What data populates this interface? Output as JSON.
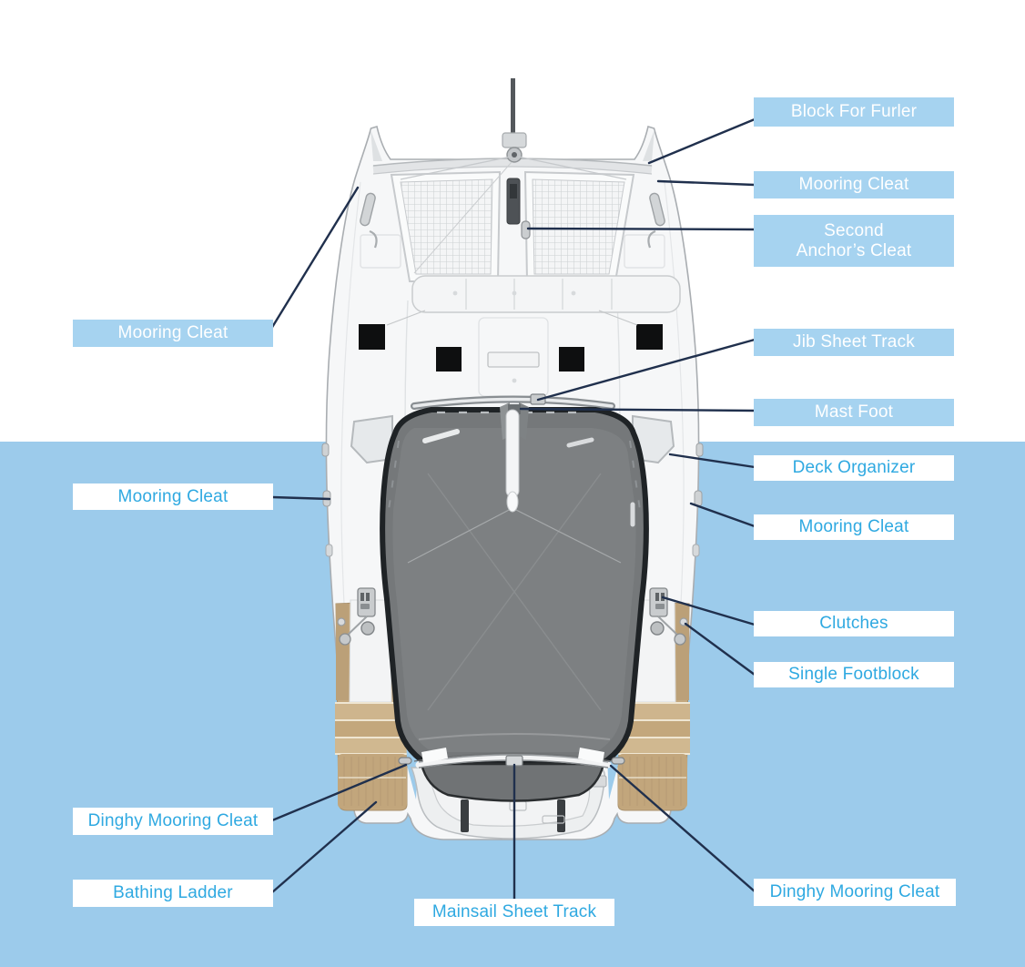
{
  "colors": {
    "bg_blue": "#9ccbeb",
    "label_blue": "#a6d3f0",
    "text_blue": "#2fa9e1",
    "label_white": "#ffffff",
    "leader_navy": "#20304d"
  },
  "labels": {
    "block_for_furler": "Block For Furler",
    "mooring_cleat_right_top": "Mooring Cleat",
    "second_anchors_cleat_line1": "Second",
    "second_anchors_cleat_line2": "Anchor’s Cleat",
    "jib_sheet_track": "Jib Sheet Track",
    "mast_foot": "Mast Foot",
    "deck_organizer": "Deck Organizer",
    "mooring_cleat_right_mid": "Mooring Cleat",
    "clutches": "Clutches",
    "single_footblock": "Single Footblock",
    "dinghy_mooring_cleat_right": "Dinghy Mooring Cleat",
    "mooring_cleat_left_top": "Mooring Cleat",
    "mooring_cleat_left_mid": "Mooring Cleat",
    "dinghy_mooring_cleat_left": "Dinghy Mooring Cleat",
    "bathing_ladder": "Bathing Ladder",
    "mainsail_sheet_track": "Mainsail Sheet Track"
  }
}
